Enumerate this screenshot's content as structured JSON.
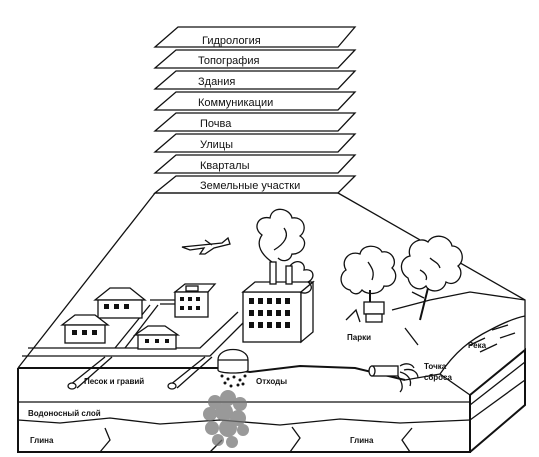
{
  "layers": [
    "Гидрология",
    "Топография",
    "Здания",
    "Коммуникации",
    "Почва",
    "Улицы",
    "Кварталы",
    "Земельные участки"
  ],
  "scene": {
    "parks": "Парки",
    "river": "Река",
    "discharge_line1": "Точка",
    "discharge_line2": "сброса",
    "sand_gravel": "Песок и гравий",
    "waste": "Отходы",
    "aquifer": "Водоносный слой",
    "clay_left": "Глина",
    "clay_right": "Глина"
  }
}
